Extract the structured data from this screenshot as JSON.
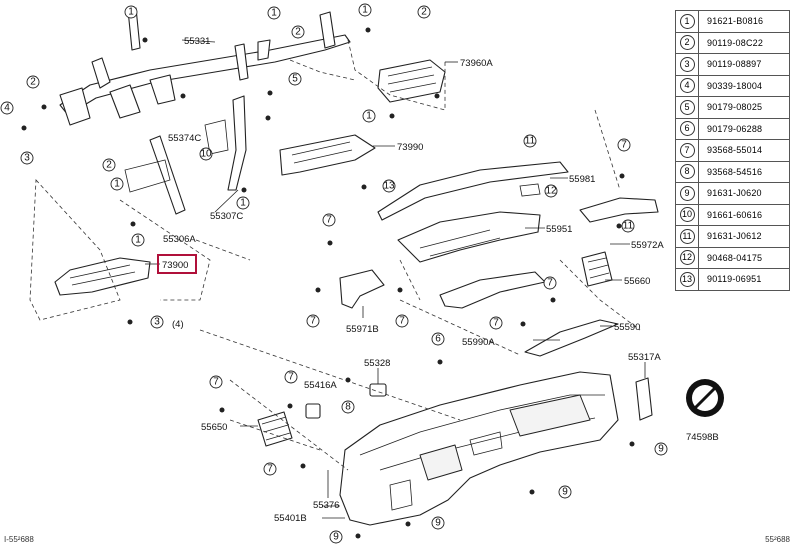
{
  "highlighted_part": "73900",
  "legend": [
    {
      "num": "1",
      "part": "91621-B0816"
    },
    {
      "num": "2",
      "part": "90119-08C22"
    },
    {
      "num": "3",
      "part": "90119-08897"
    },
    {
      "num": "4",
      "part": "90339-18004"
    },
    {
      "num": "5",
      "part": "90179-08025"
    },
    {
      "num": "6",
      "part": "90179-06288"
    },
    {
      "num": "7",
      "part": "93568-55014"
    },
    {
      "num": "8",
      "part": "93568-54516"
    },
    {
      "num": "9",
      "part": "91631-J0620"
    },
    {
      "num": "10",
      "part": "91661-60616"
    },
    {
      "num": "11",
      "part": "91631-J0612"
    },
    {
      "num": "12",
      "part": "90468-04175"
    },
    {
      "num": "13",
      "part": "90119-06951"
    }
  ],
  "labels": {
    "p55331": "55331",
    "p73960a": "73960A",
    "p55374c": "55374C",
    "p73990": "73990",
    "p55307c": "55307C",
    "p55306a": "55306A",
    "p73900": "73900",
    "p55981": "55981",
    "p55951": "55951",
    "p55972a": "55972A",
    "p55660": "55660",
    "p55971b": "55971B",
    "p55990a": "55990A",
    "p55590": "55590",
    "p55328": "55328",
    "p55317a": "55317A",
    "p55416a": "55416A",
    "p55650": "55650",
    "p74598b": "74598B",
    "p55376": "55376",
    "p55401b": "55401B",
    "paren4": "(4)"
  },
  "corner_left": "I-55²688",
  "corner_right": "55²688"
}
